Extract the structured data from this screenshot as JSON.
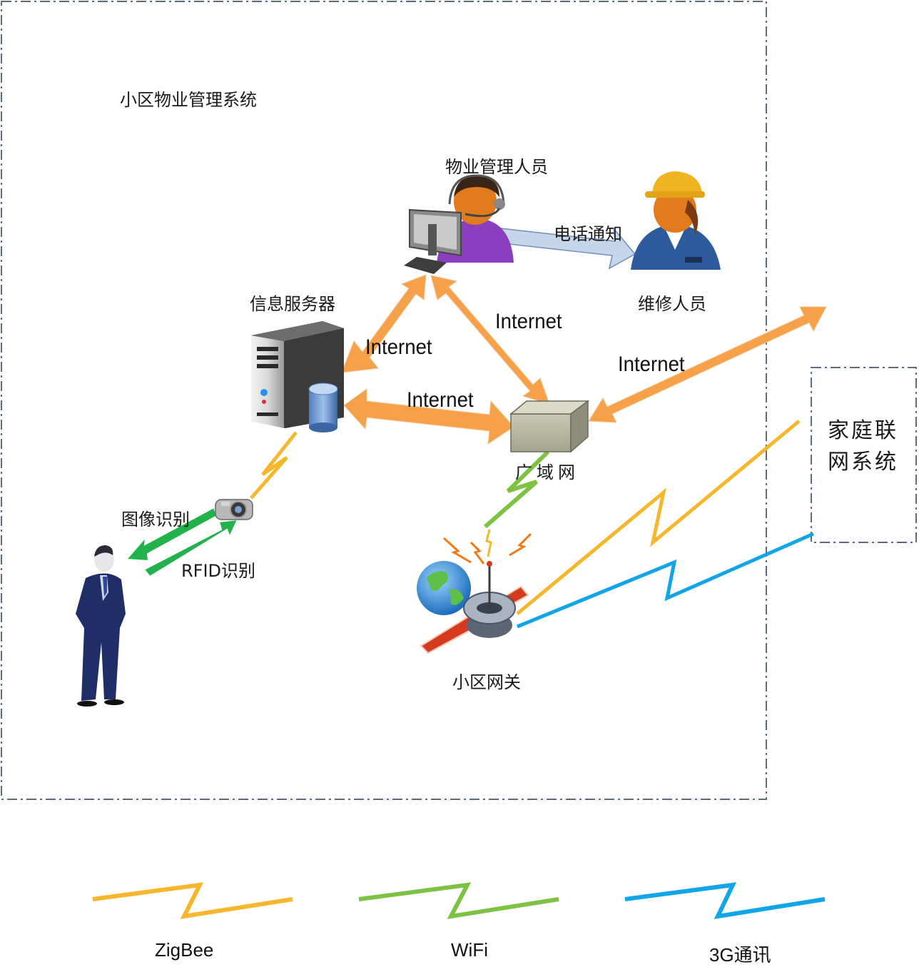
{
  "community_system": {
    "title": "小区物业管理系统"
  },
  "nodes": {
    "property_staff": "物业管理人员",
    "maintenance_staff": "维修人员",
    "info_server": "信息服务器",
    "wan": "广域网",
    "gateway": "小区网关",
    "image_recognition": "图像识别",
    "rfid_recognition": "RFID识别"
  },
  "links": {
    "phone_notify": "电话通知",
    "internet_server_staff": "Internet",
    "internet_staff_wan": "Internet",
    "internet_server_wan": "Internet",
    "internet_wan_home": "Internet"
  },
  "home_system": {
    "line1": "家庭联",
    "line2": "网系统"
  },
  "legend": [
    {
      "label": "ZigBee",
      "color": "#f7b72d"
    },
    {
      "label": "WiFi",
      "color": "#7dc242"
    },
    {
      "label": "3G通讯",
      "color": "#0fa5e6"
    }
  ],
  "colors": {
    "internet_arrow": "#f7a04a",
    "rfid_arrow": "#22b24c",
    "phone_arrow": "#b8cce4",
    "border": "#5a6b7d"
  }
}
